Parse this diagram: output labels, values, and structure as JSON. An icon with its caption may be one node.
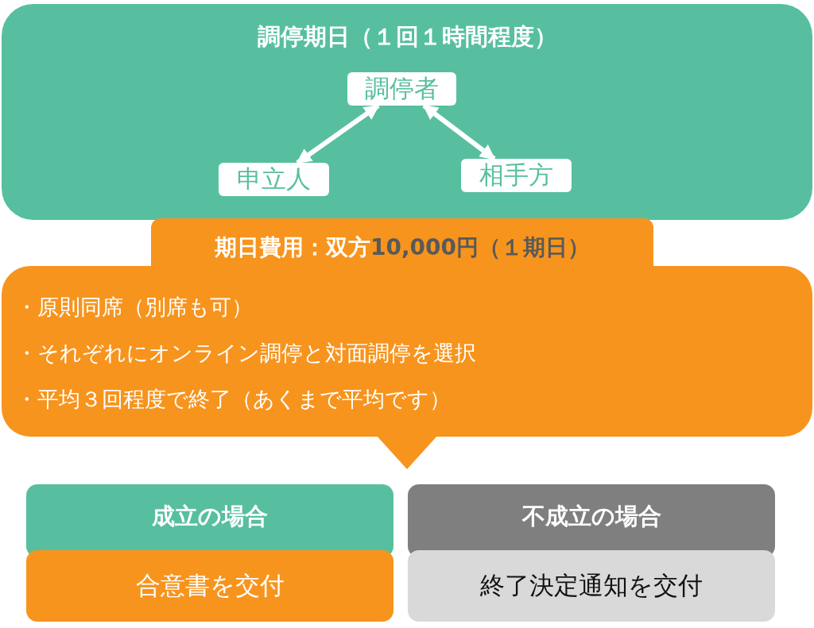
{
  "diagram": {
    "nodes": [
      {
        "text": [
          "調停期日（１回１時間程度）"
        ]
      },
      {
        "text": [
          "調停者"
        ],
        "in": 0
      },
      {
        "text": [
          "申立人"
        ],
        "in": 0
      },
      {
        "text": [
          "相手方"
        ],
        "in": 0
      },
      {
        "text": [
          "期日費用：双方",
          "10,000円（１期日）"
        ]
      },
      {
        "text": [
          "・原則同席（別席も可）",
          "・それぞれにオンライン調停と対面調停を選択",
          "・平均３回程度で終了（あくまで平均です）"
        ]
      },
      {
        "text": [
          "成立の場合"
        ]
      },
      {
        "text": [
          "合意書を交付"
        ]
      },
      {
        "text": [
          "不成立の場合"
        ]
      },
      {
        "text": [
          "終了決定通知を交付"
        ]
      }
    ],
    "edges": [
      {
        "from": 1,
        "to": 2,
        "arrow": "both"
      },
      {
        "from": 1,
        "to": 3,
        "arrow": "both"
      }
    ]
  }
}
